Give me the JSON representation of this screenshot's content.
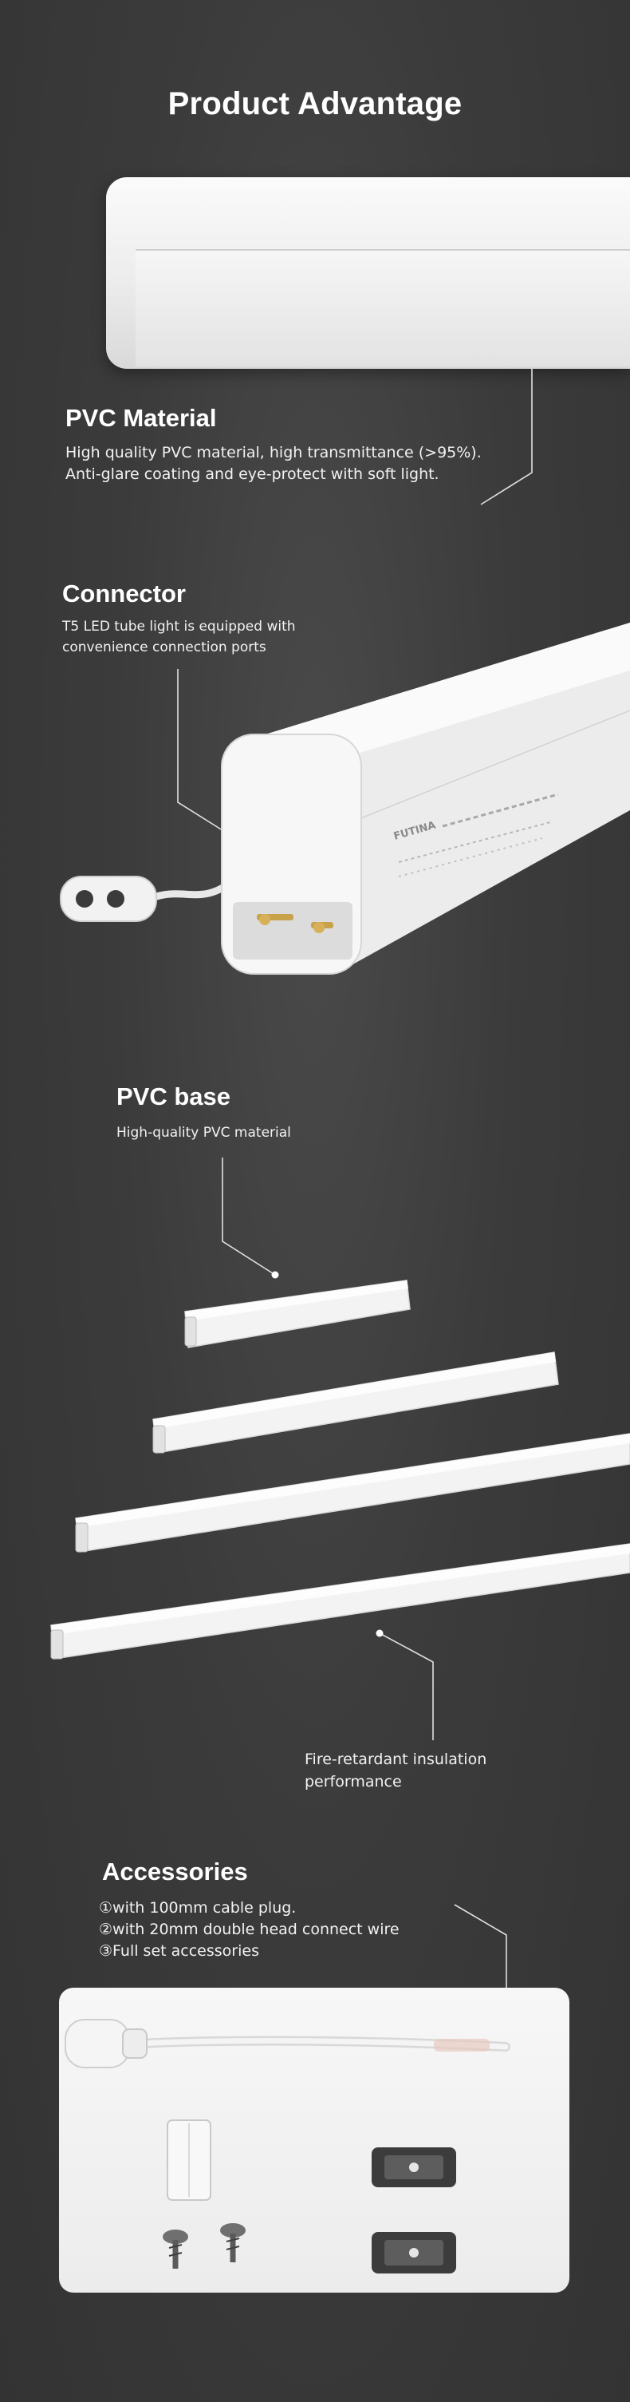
{
  "page": {
    "title": "Product Advantage"
  },
  "pvc_material": {
    "heading": "PVC Material",
    "lines": [
      "High quality PVC material, high transmittance (>95%).",
      "Anti-glare coating and eye-protect with soft light."
    ]
  },
  "connector": {
    "heading": "Connector",
    "lines": [
      "T5 LED tube light is equipped with",
      "convenience connection ports"
    ],
    "tube_brand": "FUTINA"
  },
  "pvc_base": {
    "heading": "PVC base",
    "lines": [
      "High-quality PVC material"
    ],
    "fire_lines": [
      "Fire-retardant insulation",
      "performance"
    ]
  },
  "accessories": {
    "heading": "Accessories",
    "lines": [
      "①with 100mm cable plug.",
      "②with 20mm double head connect wire",
      "③Full set accessories"
    ]
  },
  "colors": {
    "background": "#3b3b3b",
    "text": "#ffffff",
    "tube_white": "#f4f4f4"
  }
}
